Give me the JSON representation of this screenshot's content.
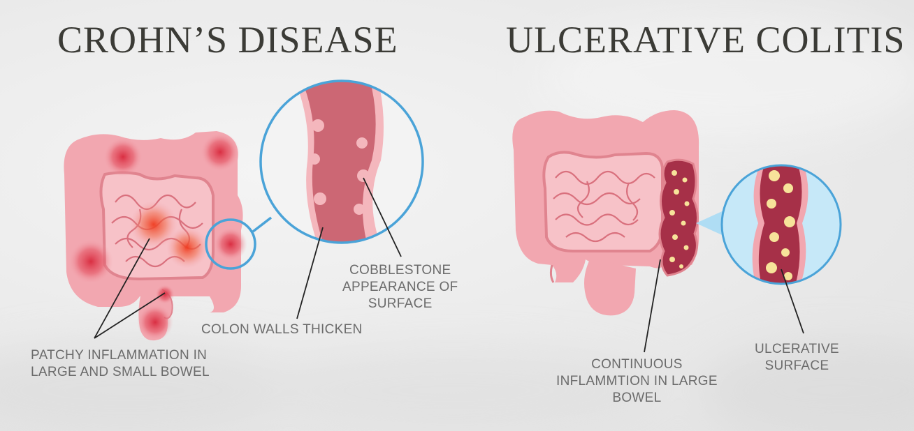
{
  "crohns": {
    "title": "CROHN’S DISEASE",
    "labels": {
      "cobblestone": [
        "COBBLESTONE",
        "APPEARANCE OF",
        "SURFACE"
      ],
      "colon_walls": "COLON WALLS THICKEN",
      "patchy": [
        "PATCHY INFLAMMATION IN",
        "LARGE AND SMALL BOWEL"
      ]
    }
  },
  "ulcerative_colitis": {
    "title": "ULCERATIVE COLITIS",
    "labels": {
      "ulcerative_surface": [
        "ULCERATIVE",
        "SURFACE"
      ],
      "continuous": [
        "CONTINUOUS",
        "INFLAMMTION IN LARGE",
        "BOWEL"
      ]
    }
  },
  "colors": {
    "intestine": "#f2a7b0",
    "intestine_dark": "#e0848f",
    "inflammation": "#d8283c",
    "lens_stroke": "#4aa3d8",
    "ulcer": "#f7e39a",
    "wall": "#c96070",
    "title_text": "#3b3b36",
    "label_text": "#6b6b6b"
  }
}
